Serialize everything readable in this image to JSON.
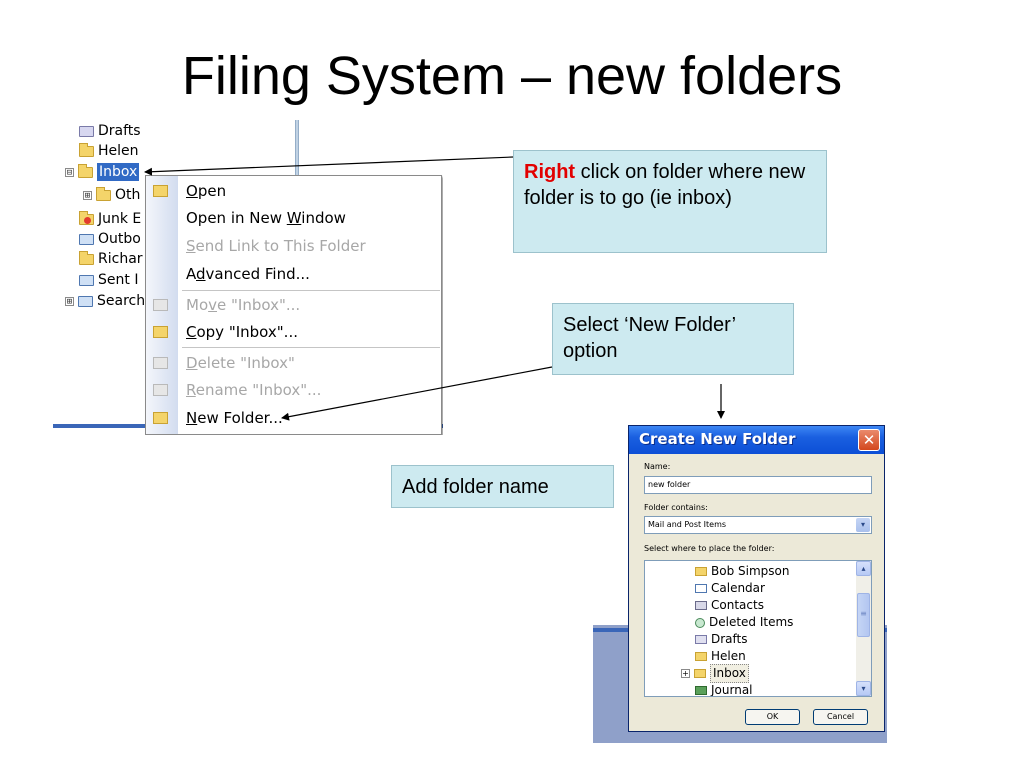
{
  "slide": {
    "title": "Filing System – new folders"
  },
  "tree": {
    "items": [
      {
        "label": "Drafts",
        "icon": "drafts-icon"
      },
      {
        "label": "Helen",
        "icon": "folder-icon"
      },
      {
        "label": "Inbox",
        "icon": "inbox-folder-icon"
      },
      {
        "label": "Oth",
        "icon": "folder-icon"
      },
      {
        "label": "Junk E",
        "icon": "junk-folder-icon"
      },
      {
        "label": "Outbo",
        "icon": "outbox-icon"
      },
      {
        "label": "Richar",
        "icon": "folder-icon"
      },
      {
        "label": "Sent I",
        "icon": "sent-items-icon"
      },
      {
        "label": "Search",
        "icon": "search-folder-icon"
      }
    ],
    "expander_minus": "⊟",
    "expander_plus": "⊞"
  },
  "context_menu": {
    "open": {
      "pre": "",
      "key": "O",
      "post": "pen"
    },
    "open_new_window": {
      "pre": "Open in New ",
      "key": "W",
      "post": "indow"
    },
    "send_link": {
      "pre": "",
      "key": "S",
      "post": "end Link to This Folder"
    },
    "advanced_find": {
      "pre": "A",
      "key": "d",
      "post": "vanced Find..."
    },
    "move": {
      "pre": "Mo",
      "key": "v",
      "post": "e \"Inbox\"..."
    },
    "copy": {
      "pre": "",
      "key": "C",
      "post": "opy \"Inbox\"..."
    },
    "delete": {
      "pre": "",
      "key": "D",
      "post": "elete \"Inbox\""
    },
    "rename": {
      "pre": "",
      "key": "R",
      "post": "ename \"Inbox\"..."
    },
    "new_folder": {
      "pre": "",
      "key": "N",
      "post": "ew Folder..."
    }
  },
  "callouts": {
    "right_click": {
      "bold": "Right",
      "rest": " click on folder where new folder is to go (ie inbox)"
    },
    "select_option": "Select ‘New Folder’ option",
    "add_name": "Add folder name"
  },
  "dialog": {
    "title": "Create New Folder",
    "close_glyph": "✕",
    "name_label": "Name:",
    "name_value": "new folder",
    "contains_label": "Folder contains:",
    "contains_value": "Mail and Post Items",
    "place_label": "Select where to place the folder:",
    "tree_items": [
      "Bob Simpson",
      "Calendar",
      "Contacts",
      "Deleted Items",
      "Drafts",
      "Helen",
      "Inbox",
      "Journal"
    ],
    "ok_label": "OK",
    "cancel_label": "Cancel",
    "dropdown_glyph": "▾",
    "scroll_up_glyph": "▴",
    "scroll_down_glyph": "▾",
    "scroll_grip_glyph": "≡",
    "expand_glyph": "+"
  },
  "colors": {
    "callout_bg": "#cdeaf0",
    "right_word": "#e20000",
    "selection": "#316ac5",
    "titlebar": "#0c4fd6"
  }
}
